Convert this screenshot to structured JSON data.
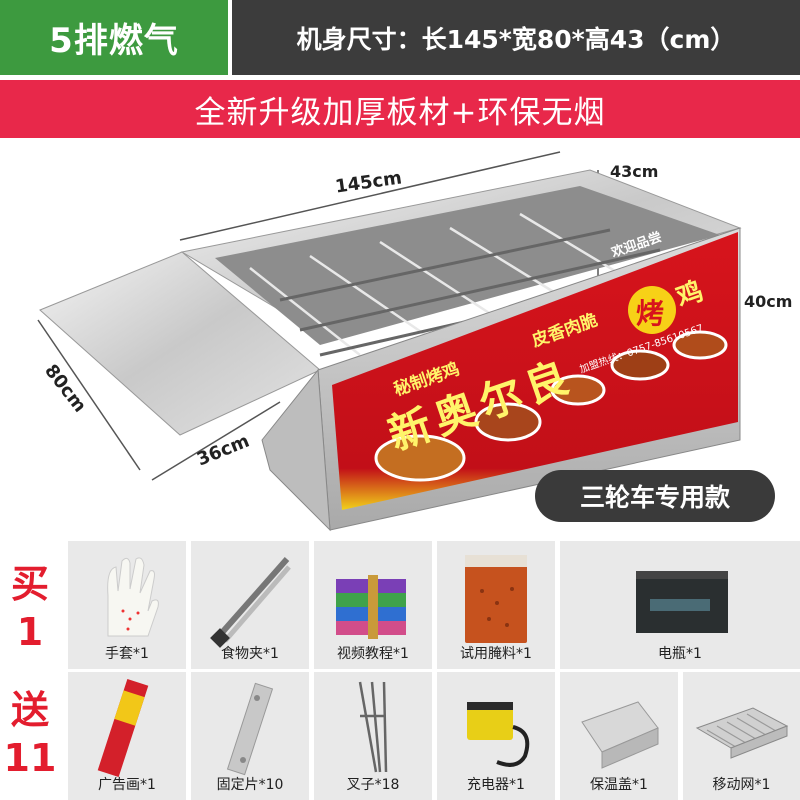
{
  "header": {
    "left_title": "5排燃气",
    "right_title": "机身尺寸：长145*宽80*高43（cm）"
  },
  "banner": {
    "text": "全新升级加厚板材+环保无烟"
  },
  "dimensions": {
    "length": "145cm",
    "height_top": "43cm",
    "height_side": "40cm",
    "width": "80cm",
    "depth": "36cm"
  },
  "sign": {
    "top_right": "欢迎品尝",
    "slogan1": "秘制烤鸡",
    "slogan2": "皮香肉脆",
    "brand": "新奥尔良",
    "kao": "烤",
    "ji": "鸡",
    "phone": "加盟热线：0757-85610567"
  },
  "badge": {
    "text": "三轮车专用款"
  },
  "promo": {
    "line1": "买",
    "line2": "1",
    "line3": "送",
    "line4": "11"
  },
  "gifts": [
    {
      "label": "手套*1",
      "icon": "glove-icon"
    },
    {
      "label": "食物夹*1",
      "icon": "tongs-icon"
    },
    {
      "label": "视频教程*1",
      "icon": "books-icon"
    },
    {
      "label": "试用腌料*1",
      "icon": "seasoning-bag-icon"
    },
    {
      "label": "电瓶*1",
      "icon": "battery-icon"
    },
    {
      "label": "广告画*1",
      "icon": "poster-roll-icon"
    },
    {
      "label": "固定片*10",
      "icon": "bracket-icon"
    },
    {
      "label": "叉子*18",
      "icon": "fork-icon"
    },
    {
      "label": "充电器*1",
      "icon": "charger-icon"
    },
    {
      "label": "保温盖*1",
      "icon": "warming-cover-icon"
    },
    {
      "label": "移动网*1",
      "icon": "grill-rack-icon"
    }
  ]
}
